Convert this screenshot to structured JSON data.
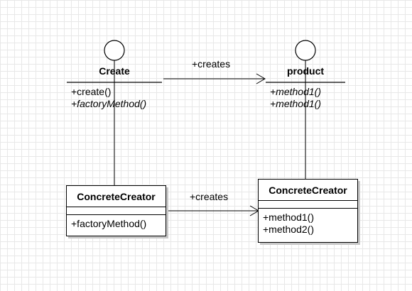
{
  "diagram": {
    "creator_interface": {
      "name": "Create",
      "operations": [
        "+create()",
        "+factoryMethod()"
      ],
      "abstract_operations": [
        false,
        true
      ]
    },
    "product_interface": {
      "name": "product",
      "operations": [
        "+method1()",
        "+method1()"
      ],
      "abstract_operations": [
        true,
        true
      ]
    },
    "concrete_creator": {
      "name": "ConcreteCreator",
      "operations": [
        "+factoryMethod()"
      ]
    },
    "concrete_product": {
      "name": "ConcreteCreator",
      "operations": [
        "+method1()",
        "+method2()"
      ]
    },
    "associations": {
      "top_label": "+creates",
      "bottom_label": "+creates"
    }
  }
}
